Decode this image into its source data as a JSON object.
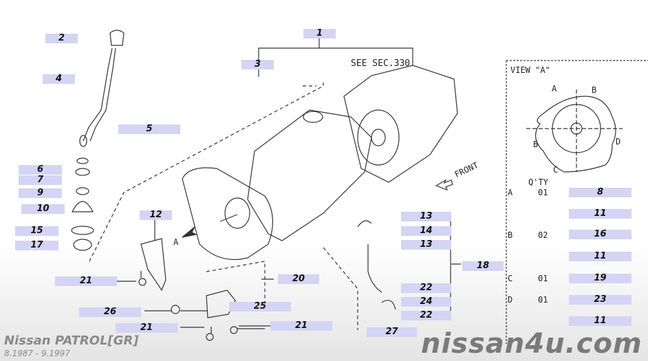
{
  "diagram": {
    "see_section": "SEE SEC.330",
    "front_label": "FRONT",
    "arrow_a_label": "A",
    "callouts": [
      {
        "label": "1"
      },
      {
        "label": "2"
      },
      {
        "label": "3"
      },
      {
        "label": "4"
      },
      {
        "label": "5"
      },
      {
        "label": "6"
      },
      {
        "label": "7"
      },
      {
        "label": "9"
      },
      {
        "label": "10"
      },
      {
        "label": "15"
      },
      {
        "label": "17"
      },
      {
        "label": "12"
      },
      {
        "label": "13"
      },
      {
        "label": "14"
      },
      {
        "label": "13"
      },
      {
        "label": "18"
      },
      {
        "label": "20"
      },
      {
        "label": "21"
      },
      {
        "label": "22"
      },
      {
        "label": "24"
      },
      {
        "label": "22"
      },
      {
        "label": "25"
      },
      {
        "label": "26"
      },
      {
        "label": "21"
      },
      {
        "label": "21"
      },
      {
        "label": "27"
      }
    ]
  },
  "view_a": {
    "title": "VIEW \"A\"",
    "points": [
      "A",
      "B",
      "B",
      "D",
      "C"
    ],
    "qty_header": "Q'TY",
    "rows": [
      {
        "pos": "A",
        "qty": "01",
        "part": "8"
      },
      {
        "pos": "",
        "qty": "",
        "part": "11"
      },
      {
        "pos": "B",
        "qty": "02",
        "part": "16"
      },
      {
        "pos": "",
        "qty": "",
        "part": "11"
      },
      {
        "pos": "C",
        "qty": "01",
        "part": "19"
      },
      {
        "pos": "D",
        "qty": "01",
        "part": "23"
      },
      {
        "pos": "",
        "qty": "",
        "part": "11"
      }
    ]
  },
  "footer": {
    "model": "Nissan PATROL[GR]",
    "years": "8.1987 - 9.1997",
    "watermark": "nissan4u.com"
  }
}
